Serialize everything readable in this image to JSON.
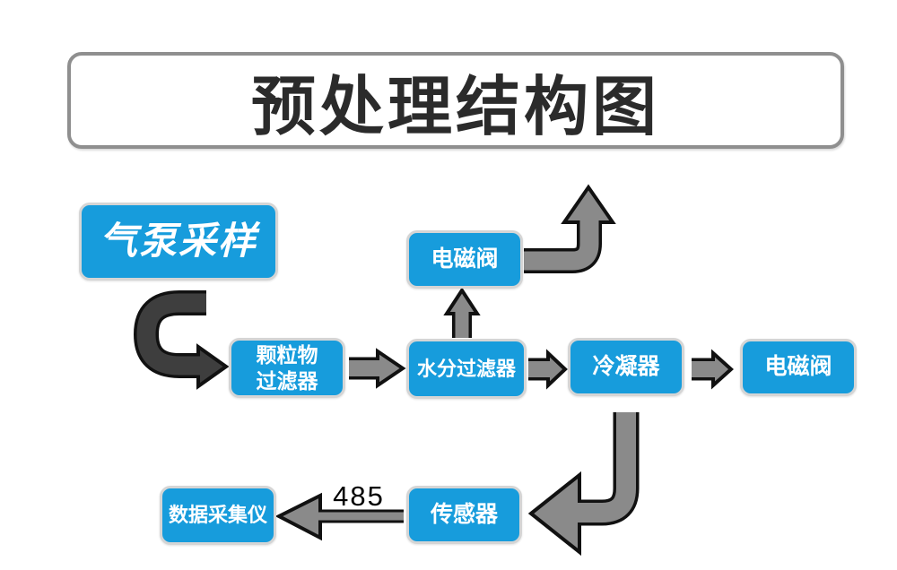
{
  "title": "预处理结构图",
  "nodes": {
    "pump": {
      "label": "气泵采样"
    },
    "solenoid_top": {
      "label": "电磁阀"
    },
    "particulate_filter": {
      "label": "颗粒物\n过滤器"
    },
    "moisture_filter": {
      "label": "水分过滤器"
    },
    "condenser": {
      "label": "冷凝器"
    },
    "solenoid_right": {
      "label": "电磁阀"
    },
    "data_logger": {
      "label": "数据采集仪"
    },
    "sensor": {
      "label": "传感器"
    }
  },
  "connections": {
    "sensor_to_logger_label": "485"
  },
  "colors": {
    "node_fill": "#179CDC",
    "node_border": "#d5d5d5",
    "arrow_gray": "#8a8a8a",
    "arrow_dark": "#3e3e3e",
    "outline": "#111111",
    "title_border": "#8f8f8f"
  }
}
